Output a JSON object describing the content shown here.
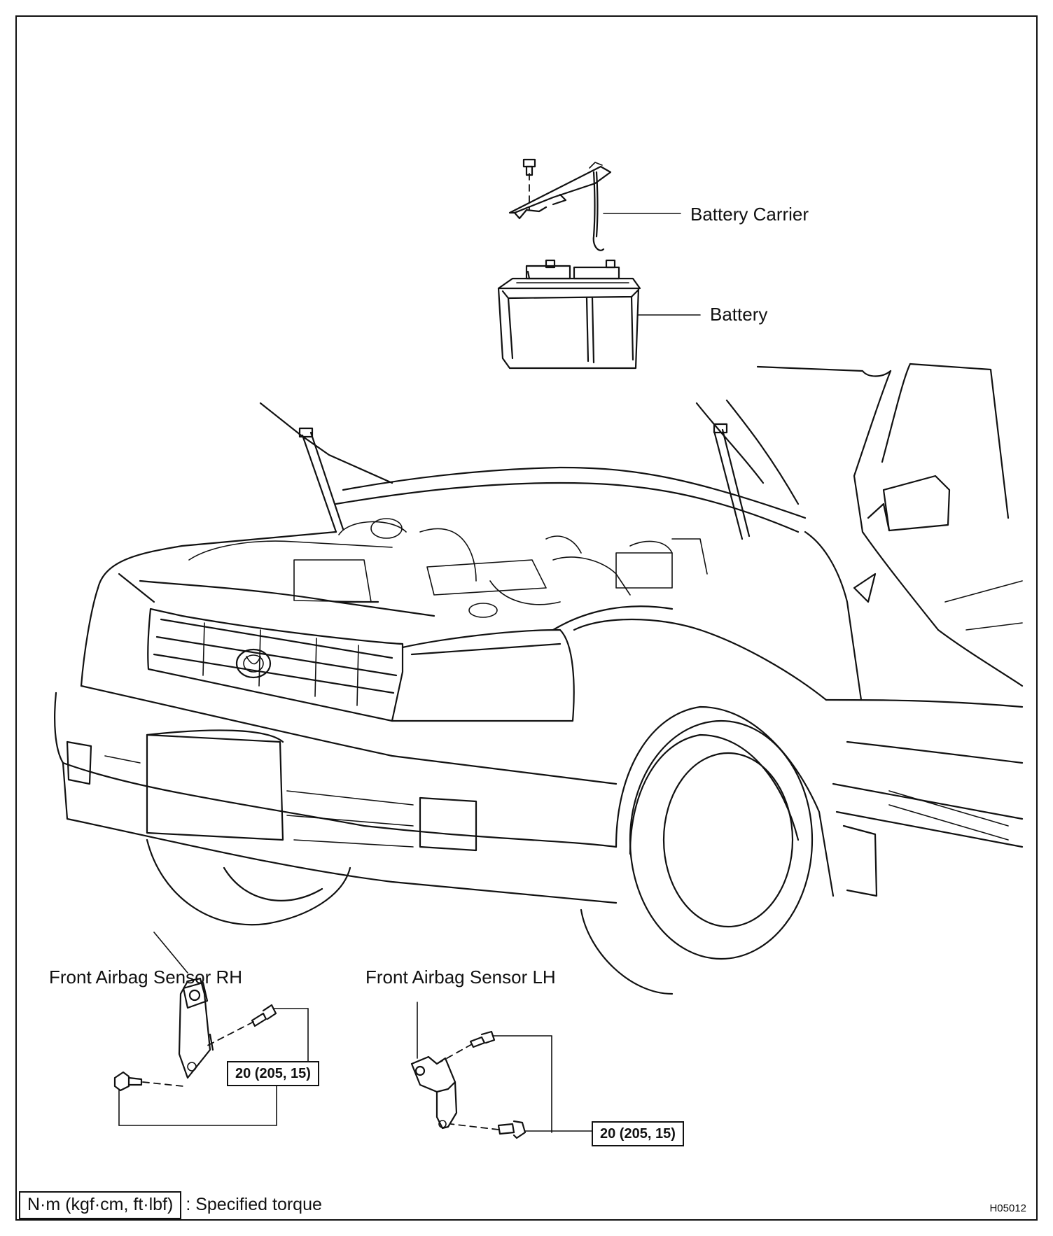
{
  "labels": {
    "battery_carrier": "Battery Carrier",
    "battery": "Battery",
    "sensor_rh": "Front Airbag Sensor RH",
    "sensor_lh": "Front Airbag Sensor LH"
  },
  "torque": {
    "rh": "20 (205, 15)",
    "lh": "20 (205, 15)"
  },
  "legend": {
    "unit": "N·m (kgf·cm, ft·lbf)",
    "description": ": Specified torque"
  },
  "figure_id": "H05012"
}
